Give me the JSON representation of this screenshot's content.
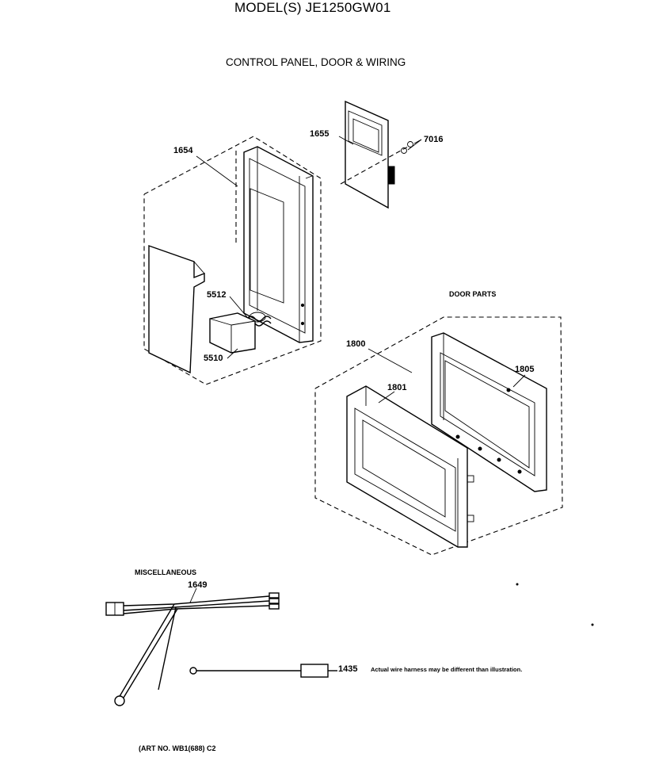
{
  "header": {
    "model": "MODEL(S) JE1250GW01",
    "subtitle": "CONTROL PANEL, DOOR & WIRING"
  },
  "callouts": {
    "p1654": "1654",
    "p1655": "1655",
    "p7016": "7016",
    "p5512": "5512",
    "p5510": "5510",
    "p1800": "1800",
    "p1801": "1801",
    "p1805": "1805",
    "p1649": "1649",
    "p1435": "1435"
  },
  "sections": {
    "door_parts": "DOOR PARTS",
    "miscellaneous": "MISCELLANEOUS"
  },
  "notes": {
    "harness": "Actual wire harness may be different than illustration."
  },
  "footer": {
    "art_no": "(ART NO. WB1(688) C2"
  }
}
